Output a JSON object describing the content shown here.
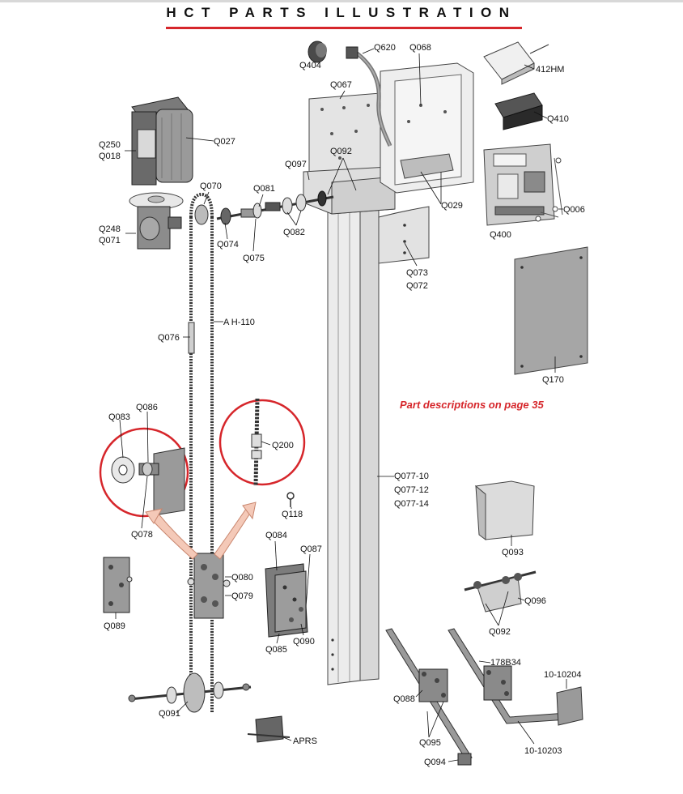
{
  "header": {
    "title": "HCT PARTS ILLUSTRATION",
    "accent_color": "#d6262b"
  },
  "note": "Part descriptions on page 35",
  "labels": {
    "q404": "Q404",
    "q620": "Q620",
    "q068": "Q068",
    "m412hm": "412HM",
    "q067": "Q067",
    "q410": "Q410",
    "q250": "Q250",
    "q018": "Q018",
    "q027": "Q027",
    "q097": "Q097",
    "q092a": "Q092",
    "q070": "Q070",
    "q081": "Q081",
    "q029": "Q029",
    "q006": "Q006",
    "q248": "Q248",
    "q071": "Q071",
    "q074": "Q074",
    "q082": "Q082",
    "q400": "Q400",
    "q075": "Q075",
    "q073": "Q073",
    "q072": "Q072",
    "ah110": "A H-110",
    "q076": "Q076",
    "q170": "Q170",
    "q083": "Q083",
    "q086": "Q086",
    "q200": "Q200",
    "q077_10": "Q077-10",
    "q077_12": "Q077-12",
    "q077_14": "Q077-14",
    "q118": "Q118",
    "q078": "Q078",
    "q084": "Q084",
    "q087": "Q087",
    "q093": "Q093",
    "q080": "Q080",
    "q079": "Q079",
    "q089": "Q089",
    "q085": "Q085",
    "q090": "Q090",
    "q096": "Q096",
    "q092b": "Q092",
    "p178b34": "178B34",
    "p10_10204": "10-10204",
    "q088": "Q088",
    "q091": "Q091",
    "q095": "Q095",
    "aprs": "APRS",
    "p10_10203": "10-10203",
    "q094": "Q094"
  }
}
